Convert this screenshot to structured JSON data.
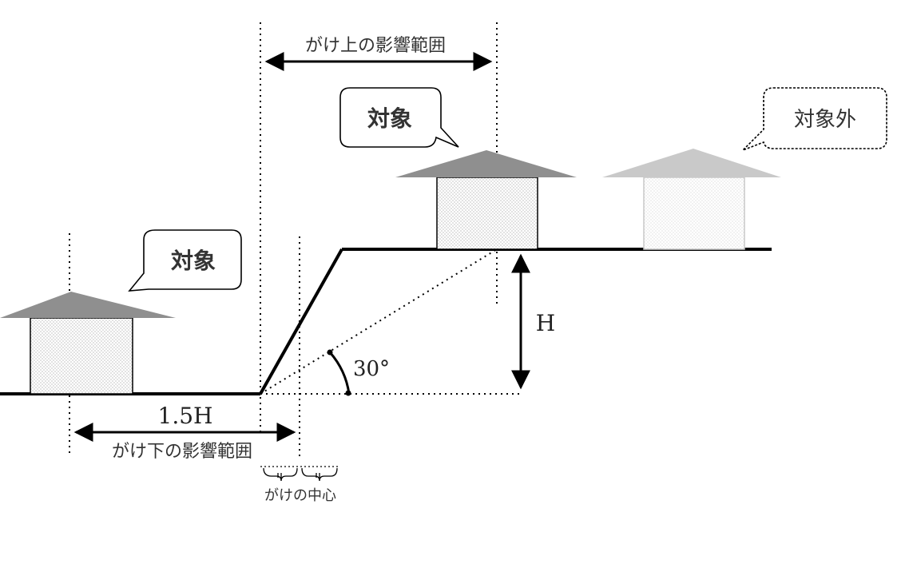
{
  "labels": {
    "upper_range": "がけ上の影響範囲",
    "lower_range": "がけ下の影響範囲",
    "cliff_center": "がけの中心",
    "height": "H",
    "angle": "30°",
    "distance": "1.5H"
  },
  "bubbles": {
    "target_upper": "対象",
    "target_lower": "対象",
    "non_target": "対象外"
  },
  "colors": {
    "line": "#000000",
    "roof_dark": "#8f8f8f",
    "roof_light": "#c9c9c9",
    "wall_dots": "#9a9a9a",
    "text": "#333333"
  }
}
